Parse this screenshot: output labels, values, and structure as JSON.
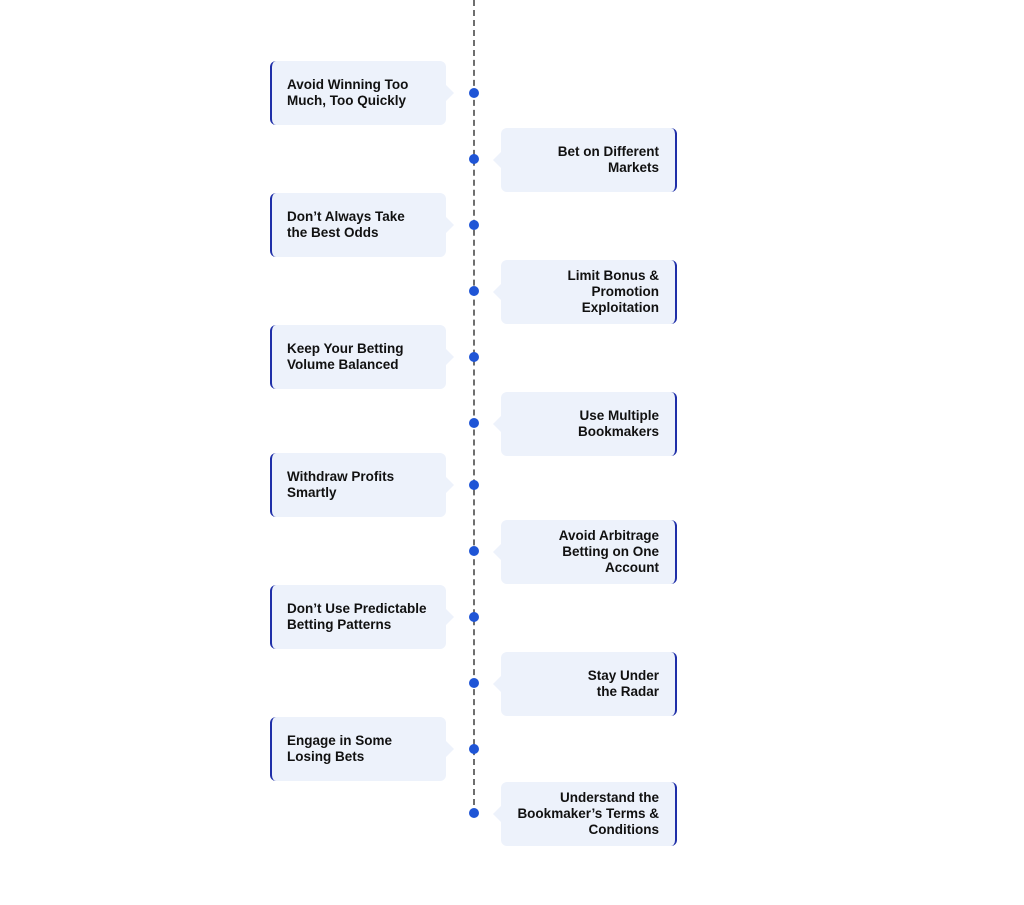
{
  "steps": [
    {
      "label": "Avoid Winning Too\nMuch, Too Quickly",
      "side": "left"
    },
    {
      "label": "Bet on Different\nMarkets",
      "side": "right"
    },
    {
      "label": "Don’t Always Take\nthe Best Odds",
      "side": "left"
    },
    {
      "label": "Limit Bonus &\nPromotion Exploitation",
      "side": "right"
    },
    {
      "label": "Keep Your Betting\nVolume Balanced",
      "side": "left"
    },
    {
      "label": "Use Multiple\nBookmakers",
      "side": "right"
    },
    {
      "label": "Withdraw Profits\nSmartly",
      "side": "left"
    },
    {
      "label": "Avoid Arbitrage\nBetting on One\nAccount",
      "side": "right"
    },
    {
      "label": "Don’t Use Predictable\nBetting Patterns",
      "side": "left"
    },
    {
      "label": "Stay Under\nthe Radar",
      "side": "right"
    },
    {
      "label": "Engage in Some\nLosing Bets",
      "side": "left"
    },
    {
      "label": "Understand the\nBookmaker’s Terms &\nConditions",
      "side": "right"
    }
  ],
  "colors": {
    "dot": "#1f55d6",
    "card_bg": "#edf2fb",
    "accent_border": "#1f2fa8",
    "line": "#6e6e6e"
  }
}
